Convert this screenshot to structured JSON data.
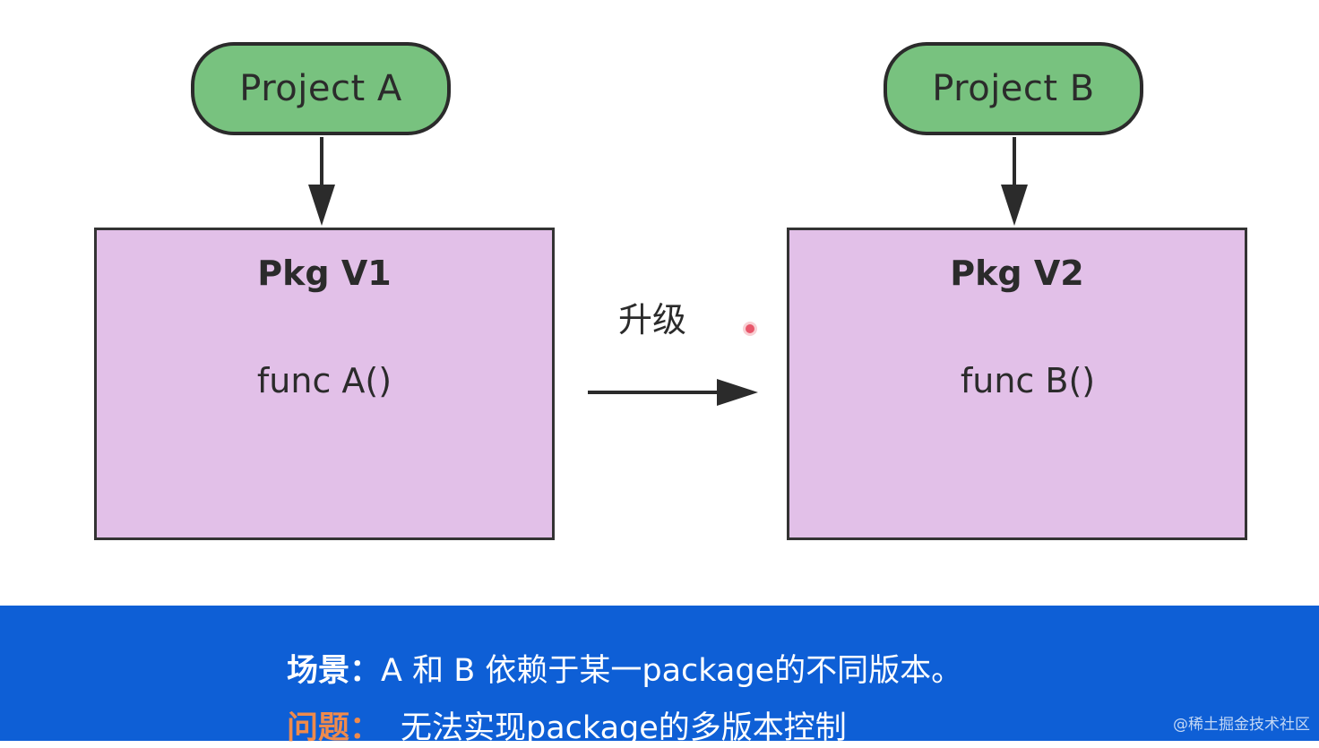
{
  "diagram": {
    "project_a": "Project A",
    "project_b": "Project B",
    "pkg_v1": {
      "title": "Pkg V1",
      "func": "func A()"
    },
    "pkg_v2": {
      "title": "Pkg V2",
      "func": "func B()"
    },
    "upgrade_label": "升级"
  },
  "caption": {
    "scene_key": "场景：",
    "scene_text": "A 和 B 依赖于某一package的不同版本。",
    "problem_key": "问题：",
    "problem_text": "无法实现package的多版本控制"
  },
  "watermark": "@稀土掘金技术社区",
  "colors": {
    "project_node": "#78c27f",
    "pkg_box": "#e2c0e8",
    "caption_bar": "#0e5fd6",
    "problem_key": "#f08a4b"
  }
}
